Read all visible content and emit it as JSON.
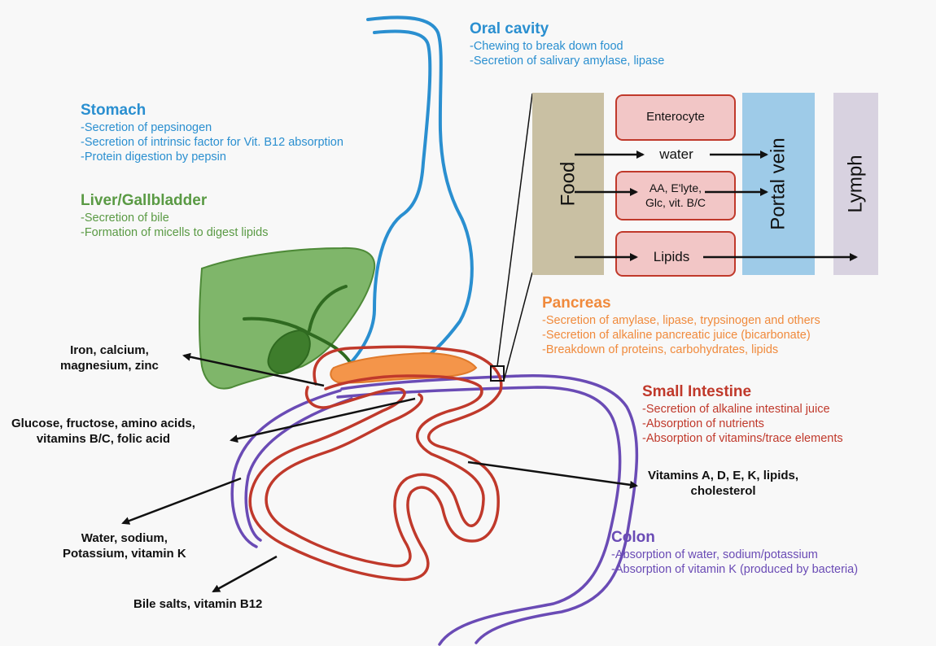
{
  "colors": {
    "oral": "#2a8fd0",
    "liver": "#5a9a44",
    "liver_fill": "#7fb66a",
    "pancreas": "#f08a3c",
    "small_intestine": "#c0392b",
    "colon": "#6a4bb5",
    "food_box": "#c9c0a3",
    "portal_box": "#9ecbe8",
    "lymph_box": "#d8d2e0",
    "enterocyte_box": "#f2c6c6"
  },
  "organs": {
    "oral": {
      "title": "Oral cavity",
      "lines": [
        "-Chewing to break down food",
        "-Secretion of salivary amylase, lipase"
      ]
    },
    "stomach": {
      "title": "Stomach",
      "lines": [
        "-Secretion of pepsinogen",
        "-Secretion of intrinsic factor for Vit. B12 absorption",
        "-Protein digestion by pepsin"
      ]
    },
    "liver": {
      "title": "Liver/Gallbladder",
      "lines": [
        "-Secretion of bile",
        "-Formation of micells to digest lipids"
      ]
    },
    "pancreas": {
      "title": "Pancreas",
      "lines": [
        "-Secretion of amylase, lipase, trypsinogen and others",
        "-Secretion of alkaline pancreatic juice (bicarbonate)",
        "-Breakdown of proteins, carbohydrates, lipids"
      ]
    },
    "small_intestine": {
      "title": "Small Intestine",
      "lines": [
        "-Secretion of alkaline intestinal juice",
        "-Absorption of nutrients",
        "-Absorption of vitamins/trace elements"
      ]
    },
    "colon": {
      "title": "Colon",
      "lines": [
        "-Absorption of water, sodium/potassium",
        "-Absorption of vitamin K (produced by bacteria)"
      ]
    }
  },
  "absorption_labels": {
    "duodenum": [
      "Iron, calcium,",
      "magnesium, zinc"
    ],
    "jejunum": [
      "Glucose, fructose, amino acids,",
      "vitamins B/C, folic acid"
    ],
    "ileum_fat": [
      "Vitamins A, D, E, K, lipids,",
      "cholesterol"
    ],
    "colon": [
      "Water, sodium,",
      "Potassium, vitamin K"
    ],
    "terminal_ileum": [
      "Bile salts, vitamin B12"
    ]
  },
  "inset": {
    "food": "Food",
    "enterocyte": "Enterocyte",
    "water": "water",
    "nutrients": [
      "AA, E'lyte,",
      "Glc, vit. B/C"
    ],
    "lipids": "Lipids",
    "portal_vein": "Portal vein",
    "lymph": "Lymph"
  }
}
